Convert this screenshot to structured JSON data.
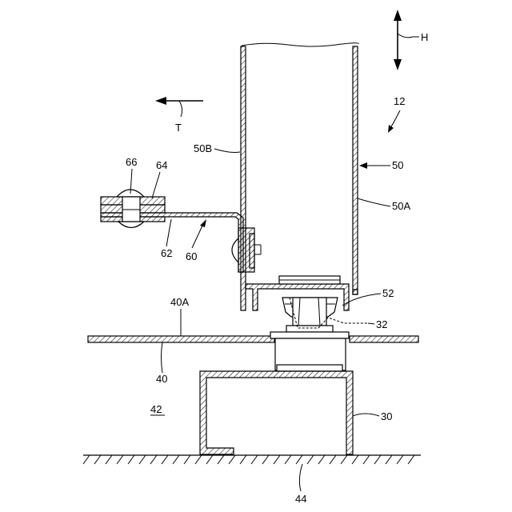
{
  "labels": {
    "h": "H",
    "l12": "12",
    "t": "T",
    "l50b": "50B",
    "l50": "50",
    "l66": "66",
    "l64": "64",
    "l50a": "50A",
    "l62": "62",
    "l60": "60",
    "l52": "52",
    "l40a": "40A",
    "l32": "32",
    "l40": "40",
    "l42": "42",
    "l30": "30",
    "l44": "44"
  }
}
